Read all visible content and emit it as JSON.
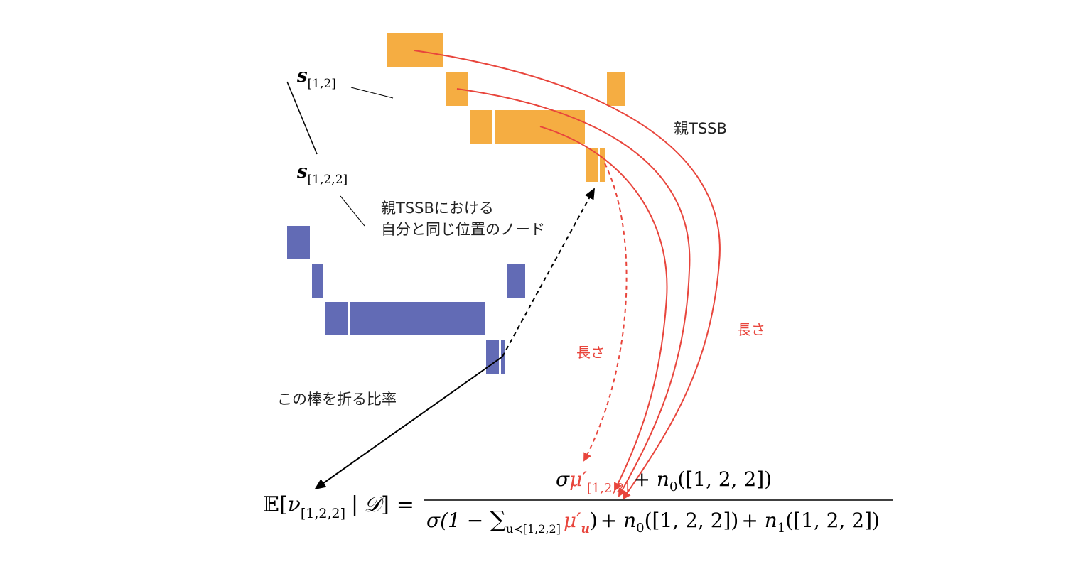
{
  "colors": {
    "parent_bars": "#F5AD42",
    "child_bars": "#626BB5",
    "length_arrows": "#E8453C",
    "annotation_lines": "#000000"
  },
  "labels": {
    "node_s12_base": "s",
    "node_s12_sub": "[1,2]",
    "node_s122_base": "s",
    "node_s122_sub": "[1,2,2]",
    "parent_tssb": "親TSSB",
    "same_position_line1": "親TSSBにおける",
    "same_position_line2": "自分と同じ位置のノード",
    "break_ratio": "この棒を折る比率",
    "length_left": "長さ",
    "length_right": "長さ"
  },
  "formula": {
    "lhs_E": "𝔼",
    "lhs_open": "[",
    "lhs_nu": "ν",
    "lhs_sub": "[1,2,2]",
    "lhs_given": "|",
    "lhs_D": "𝒟",
    "lhs_close": "]",
    "equals": "=",
    "num_sigma": "σ",
    "num_mu": "μ′",
    "num_mu_sub": "[1,2,2]",
    "num_rest": "+ n",
    "num_n0_sub": "0",
    "num_arg": "([1, 2, 2])",
    "den_sigma": "σ(1 − ",
    "den_sum": "∑",
    "den_sum_sub": "u≺[1,2,2]",
    "den_mu": "μ′",
    "den_mu_sub": "u",
    "den_close": ")",
    "den_n0": "+ n",
    "den_n0_sub": "0",
    "den_n0_arg": "([1, 2, 2])",
    "den_n1": "+ n",
    "den_n1_sub": "1",
    "den_n1_arg": "([1, 2, 2])"
  }
}
